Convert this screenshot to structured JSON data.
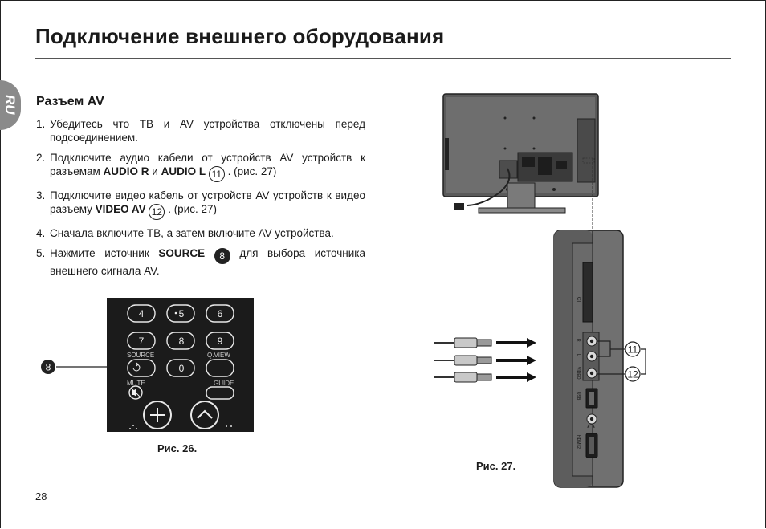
{
  "page": {
    "title": "Подключение внешнего оборудования",
    "lang_tab": "RU",
    "page_number": "28"
  },
  "section": {
    "title": "Разъем AV",
    "steps": [
      {
        "num": "1.",
        "text": "Убедитесь что ТВ и AV устройства отключены перед подсоединением."
      },
      {
        "num": "2.",
        "pre": "Подключите аудио кабели от устройств AV устройств к разъемам ",
        "bold1": "AUDIO R",
        "mid": " и ",
        "bold2": "AUDIO L",
        "ref": "11",
        "post": ". (рис. 27)"
      },
      {
        "num": "3.",
        "pre": "Подключите видео кабель от устройств AV устройств к видео разъему ",
        "bold1": "VIDEO AV",
        "ref": "12",
        "post": ". (рис. 27)"
      },
      {
        "num": "4.",
        "text": "Сначала включите ТВ, а затем включите AV устройства."
      },
      {
        "num": "5.",
        "pre": "Нажмите источник ",
        "bold1": "SOURCE",
        "ref": "8",
        "post": " для выбора источника внешнего сигнала AV."
      }
    ]
  },
  "figure26": {
    "caption": "Рис. 26.",
    "callout": "8",
    "remote": {
      "row1": [
        "4",
        "5",
        "6"
      ],
      "row2": [
        "7",
        "8",
        "9"
      ],
      "source_label": "SOURCE",
      "qview_label": "Q.VIEW",
      "zero": "0",
      "mute_label": "MUTE",
      "guide_label": "GUIDE",
      "icons": [
        "source-arrow-icon",
        "mute-icon",
        "plus-icon",
        "chevron-up-icon"
      ]
    }
  },
  "figure27": {
    "caption": "Рис. 27.",
    "callout_audio": "11",
    "callout_video": "12",
    "panel_labels": {
      "ci": "CI",
      "r": "R",
      "l": "L",
      "video": "VIDEO",
      "usb": "USB",
      "hdmi": "HDMI 2"
    }
  }
}
